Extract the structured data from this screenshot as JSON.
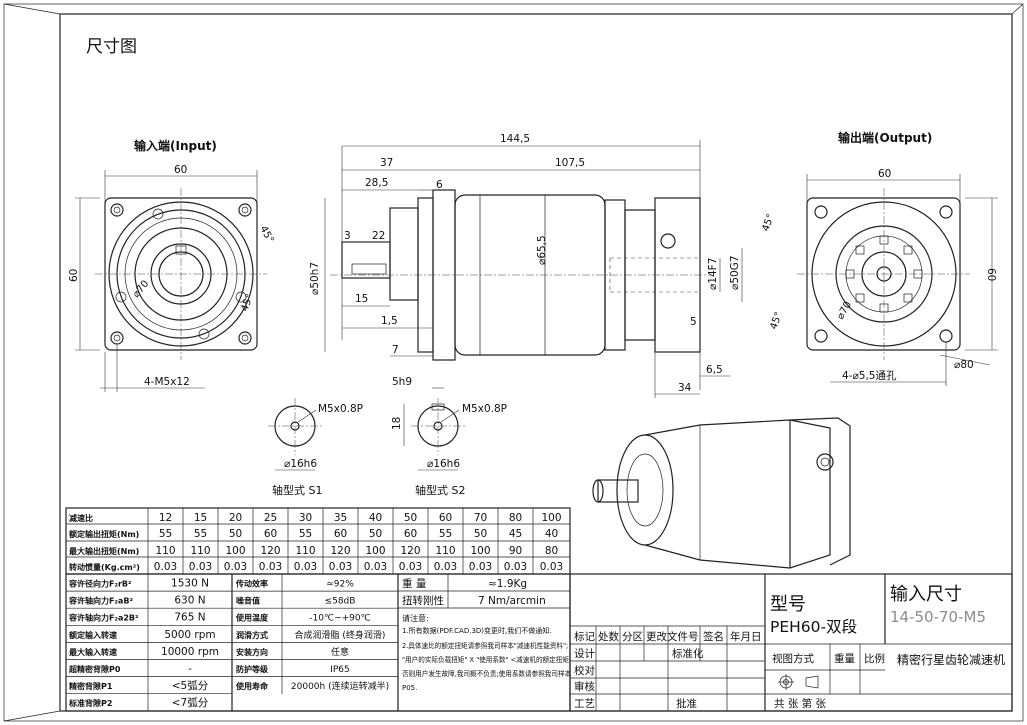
{
  "title": "尺寸图",
  "views": {
    "input_label": "输入端(Input)",
    "output_label": "输出端(Output)",
    "shaft_s1": "轴型式 S1",
    "shaft_s2": "轴型式 S2"
  },
  "dims": {
    "d144": "144,5",
    "d37": "37",
    "d107": "107,5",
    "d285": "28,5",
    "d6": "6",
    "d3": "3",
    "d22": "22",
    "d15": "15",
    "d15b": "1,5",
    "d7": "7",
    "d50h7": "⌀50h7",
    "d655": "⌀65,5",
    "d14f7": "⌀14F7",
    "d50g7": "⌀50G7",
    "d5": "5",
    "d65": "6,5",
    "d34": "34",
    "in_60w": "60",
    "in_60h": "60",
    "in_45": "45°",
    "in_45b": "45°",
    "in_70": "⌀70",
    "in_holes": "4-M5x12",
    "out_60w": "60",
    "out_60h": "60",
    "out_45": "45°",
    "out_45b": "45°",
    "out_70": "⌀70",
    "out_80": "⌀80",
    "out_holes": "4-⌀5,5通孔",
    "s1_thread": "M5x0.8P",
    "s1_dia": "⌀16h6",
    "s2_key": "5h9",
    "s2_thread": "M5x0.8P",
    "s2_18": "18",
    "s2_dia": "⌀16h6"
  },
  "ratio_table": {
    "rows": [
      {
        "label": "减速比",
        "values": [
          "12",
          "15",
          "20",
          "25",
          "30",
          "35",
          "40",
          "50",
          "60",
          "70",
          "80",
          "100"
        ]
      },
      {
        "label": "额定输出扭矩(Nm)",
        "values": [
          "55",
          "55",
          "50",
          "60",
          "55",
          "60",
          "50",
          "60",
          "55",
          "50",
          "45",
          "40"
        ]
      },
      {
        "label": "最大输出扭矩(Nm)",
        "values": [
          "110",
          "110",
          "100",
          "120",
          "110",
          "120",
          "100",
          "120",
          "110",
          "100",
          "90",
          "80"
        ]
      },
      {
        "label": "转动惯量(Kg.cm²)",
        "values": [
          "0.03",
          "0.03",
          "0.03",
          "0.03",
          "0.03",
          "0.03",
          "0.03",
          "0.03",
          "0.03",
          "0.03",
          "0.03",
          "0.03"
        ]
      }
    ]
  },
  "spec_table": {
    "col1": [
      {
        "label": "容许径向力F₂rB²",
        "value": "1530 N"
      },
      {
        "label": "容许轴向力F₂aB²",
        "value": "630 N"
      },
      {
        "label": "容许轴向力F₂a2B²",
        "value": "765 N"
      },
      {
        "label": "额定输入转速",
        "value": "5000 rpm"
      },
      {
        "label": "最大输入转速",
        "value": "10000 rpm"
      },
      {
        "label": "超精密背隙P0",
        "value": "-"
      },
      {
        "label": "精密背隙P1",
        "value": "<5弧分"
      },
      {
        "label": "标准背隙P2",
        "value": "<7弧分"
      }
    ],
    "col2": [
      {
        "label": "传动效率",
        "value": "≈92%"
      },
      {
        "label": "噪音值",
        "value": "≤58dB"
      },
      {
        "label": "使用温度",
        "value": "-10℃~+90℃"
      },
      {
        "label": "润滑方式",
        "value": "合成润滑脂 (终身润滑)"
      },
      {
        "label": "安装方向",
        "value": "任意"
      },
      {
        "label": "防护等级",
        "value": "IP65"
      },
      {
        "label": "使用寿命",
        "value": "20000h (连续运转减半)"
      }
    ],
    "weight_label": "重 量",
    "weight_value": "≈1.9Kg",
    "stiff_label": "扭转刚性",
    "stiff_value": "7 Nm/arcmin",
    "notes_title": "请注意:",
    "notes": [
      "1.所有数据(PDF.CAD.3D)变更时,我们不做通知.",
      "2.具体速比的额定扭矩请参照我司样本\"减速机性能资料\";",
      "\"用户的实际负载扭矩\" X \"使用系数\" <减速机的额定扭矩,",
      "否则用户发生故障,我司概不负责;使用系数请参照我司样本",
      "P05."
    ]
  },
  "title_block": {
    "headers": [
      "标记",
      "处数",
      "分区",
      "更改文件号",
      "签名",
      "年月日"
    ],
    "roles": [
      "设计",
      "校对",
      "审核",
      "工艺"
    ],
    "std": "标准化",
    "approve": "批准",
    "model_label": "型号",
    "model_value": "PEH60-双段",
    "input_label": "输入尺寸",
    "input_value": "14-50-70-M5",
    "name": "精密行星齿轮减速机",
    "view_method": "视图方式",
    "weight": "重量",
    "scale": "比例",
    "sheet": "共  张 第  张"
  }
}
